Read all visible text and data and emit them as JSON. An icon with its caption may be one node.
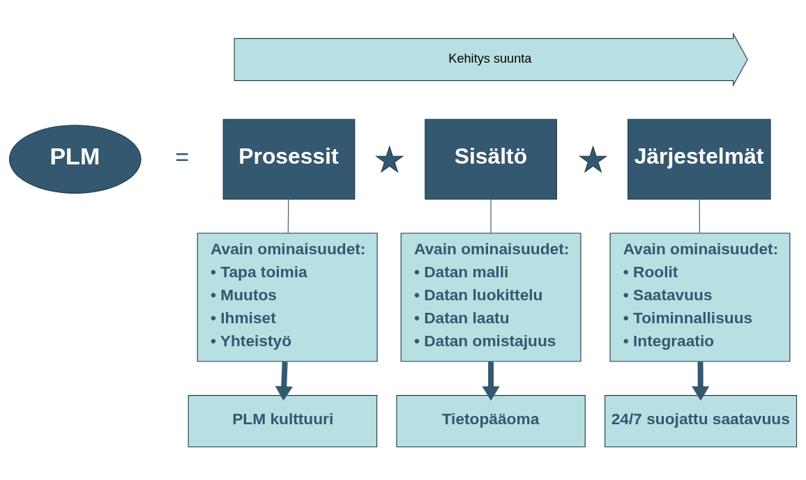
{
  "diagram": {
    "nodes": [
      {
        "text": [
          "Kehitys suunta"
        ]
      },
      {
        "text": [
          "PLM"
        ]
      },
      {
        "text": [
          "Prosessit"
        ]
      },
      {
        "text": [],
        "shape": "star"
      },
      {
        "text": [
          "Sisältö"
        ]
      },
      {
        "text": [],
        "shape": "star"
      },
      {
        "text": [
          "Järjestelmät"
        ]
      },
      {
        "text": [
          "Avain ominaisuudet:",
          "• Tapa toimia",
          "• Muutos",
          "• Ihmiset",
          "• Yhteistyö"
        ]
      },
      {
        "text": [
          "Avain ominaisuudet:",
          "• Datan malli",
          "• Datan luokittelu",
          "• Datan laatu",
          "• Datan omistajuus"
        ]
      },
      {
        "text": [
          "Avain ominaisuudet:",
          "• Roolit",
          "• Saatavuus",
          "• Toiminnallisuus",
          "• Integraatio"
        ]
      },
      {
        "text": [
          "PLM kulttuuri"
        ]
      },
      {
        "text": [
          "Tietopääoma"
        ]
      },
      {
        "text": [
          "24/7 suojattu saatavuus"
        ]
      }
    ],
    "edges": [
      {
        "from": 2,
        "to": 7,
        "arrow": "none"
      },
      {
        "from": 4,
        "to": 8,
        "arrow": "none"
      },
      {
        "from": 6,
        "to": 9,
        "arrow": "none"
      },
      {
        "from": 7,
        "to": 10,
        "arrow": "to",
        "style": "thick"
      },
      {
        "from": 8,
        "to": 11,
        "arrow": "to",
        "style": "thick"
      },
      {
        "from": 9,
        "to": 12,
        "arrow": "to",
        "style": "thick"
      }
    ],
    "labels": [
      "="
    ]
  }
}
